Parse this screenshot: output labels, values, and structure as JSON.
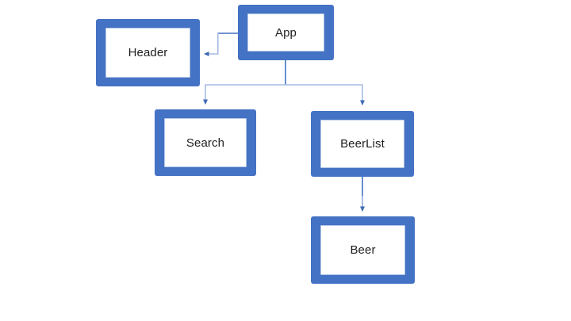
{
  "diagram": {
    "type": "component-hierarchy",
    "nodes": [
      {
        "id": "app",
        "label": "App"
      },
      {
        "id": "header",
        "label": "Header"
      },
      {
        "id": "search",
        "label": "Search"
      },
      {
        "id": "beerlist",
        "label": "BeerList"
      },
      {
        "id": "beer",
        "label": "Beer"
      }
    ],
    "edges": [
      {
        "from": "App",
        "to": "Header"
      },
      {
        "from": "App",
        "to": "Search"
      },
      {
        "from": "App",
        "to": "BeerList"
      },
      {
        "from": "BeerList",
        "to": "Beer"
      }
    ],
    "colors": {
      "box_fill": "#4472C4",
      "box_inner_fill": "#FFFFFF",
      "box_inner_border": "#B4C7E7",
      "connector_dark": "#4472C4",
      "connector_light": "#A6BCE4",
      "arrowhead": "#3E6AB5",
      "text": "#1D1D1D",
      "background": "#FFFFFF"
    }
  }
}
